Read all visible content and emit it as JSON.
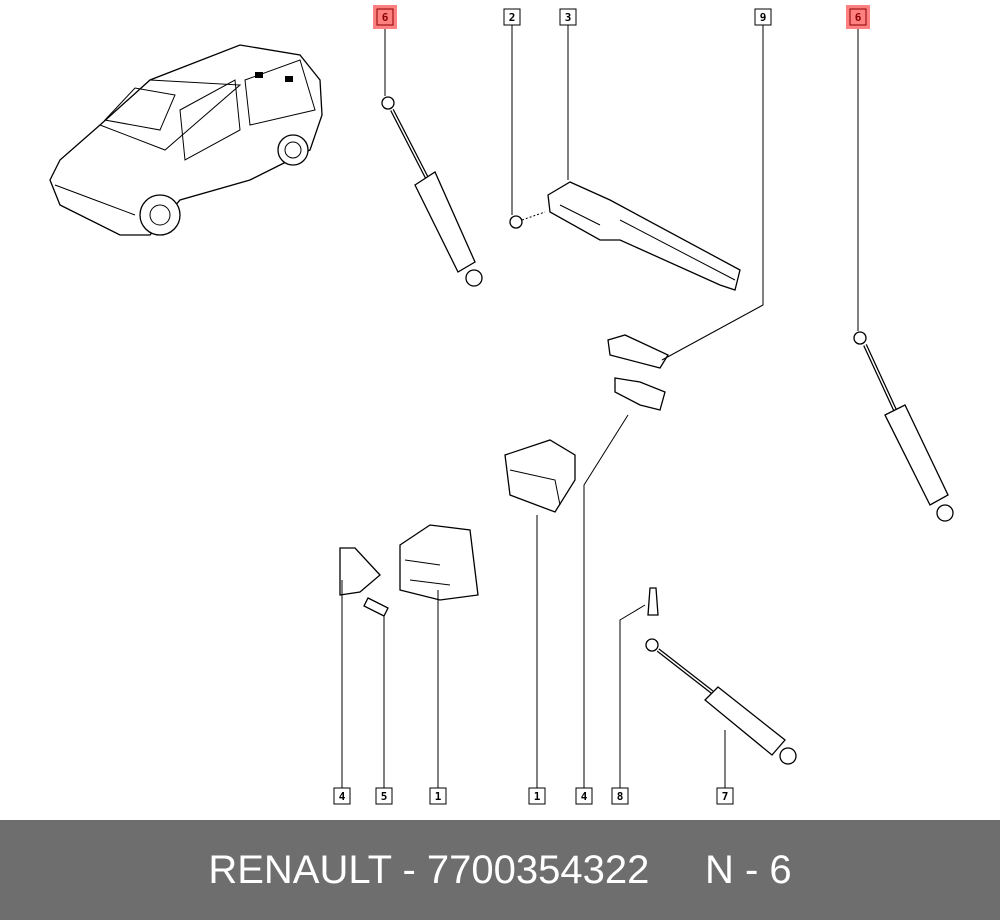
{
  "callouts": {
    "top": [
      "6",
      "2",
      "3",
      "9",
      "6"
    ],
    "bottom": [
      "4",
      "5",
      "1",
      "1",
      "4",
      "8",
      "7"
    ]
  },
  "colors": {
    "highlight": "#ff8080",
    "highlight_border": "#8b0000",
    "footer_bg": "#6e6e6e"
  },
  "footer": {
    "brand": "RENAULT",
    "separator": " - ",
    "part_number": "7700354322",
    "ref": "N - 6"
  }
}
